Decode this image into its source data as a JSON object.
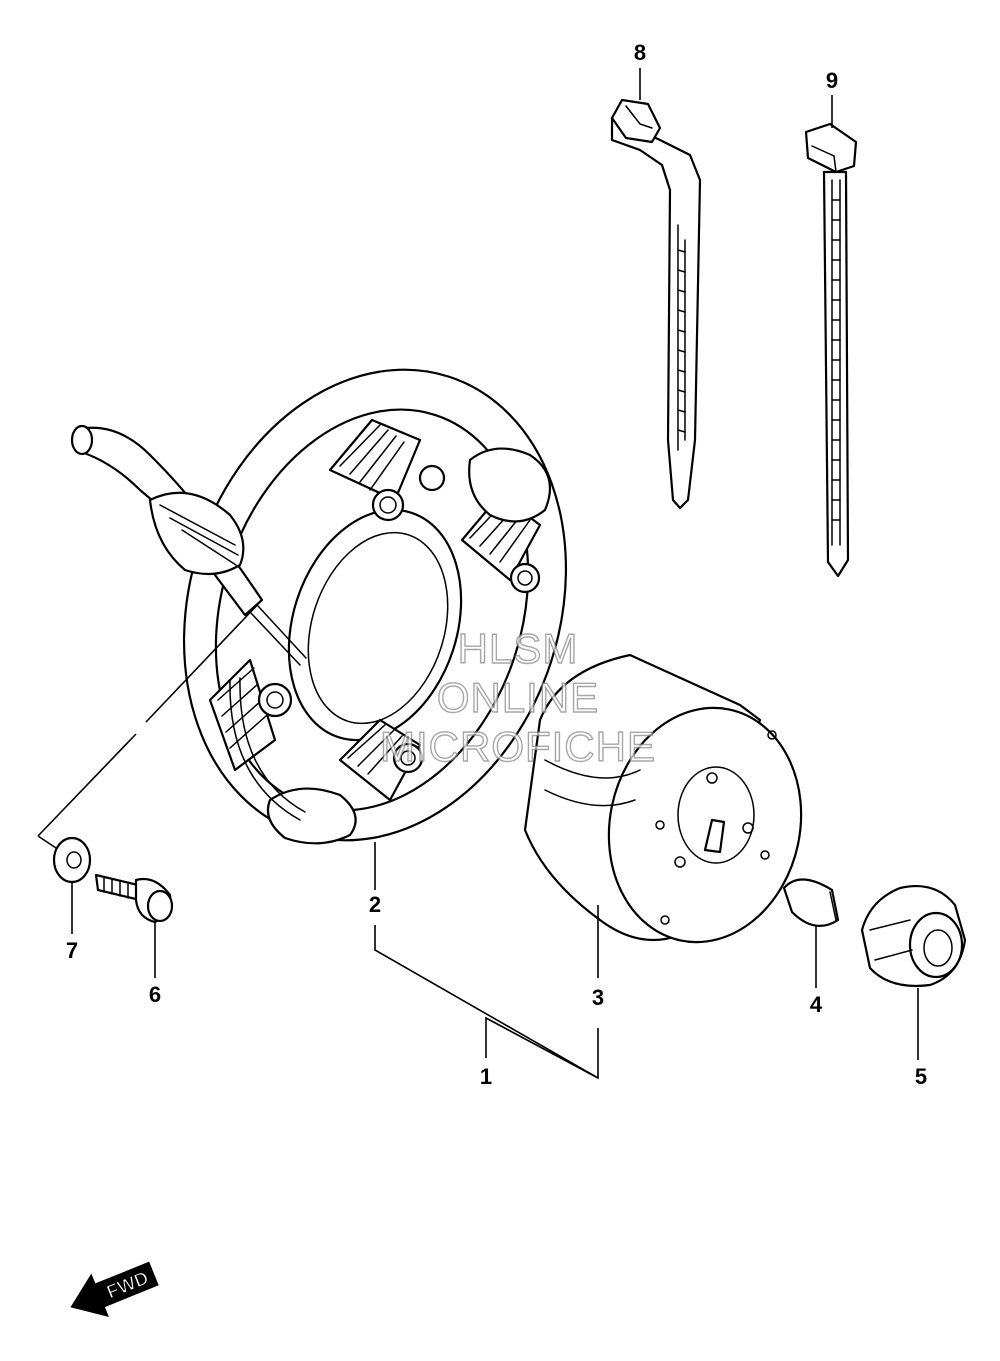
{
  "diagram": {
    "callouts": [
      {
        "id": "1",
        "label": "1"
      },
      {
        "id": "2",
        "label": "2"
      },
      {
        "id": "3",
        "label": "3"
      },
      {
        "id": "4",
        "label": "4"
      },
      {
        "id": "5",
        "label": "5"
      },
      {
        "id": "6",
        "label": "6"
      },
      {
        "id": "7",
        "label": "7"
      },
      {
        "id": "8",
        "label": "8"
      },
      {
        "id": "9",
        "label": "9"
      }
    ],
    "watermark": {
      "line1": "HLSM",
      "line2": "ONLINE",
      "line3": "MICROFICHE"
    },
    "fwd_label": "FWD"
  }
}
